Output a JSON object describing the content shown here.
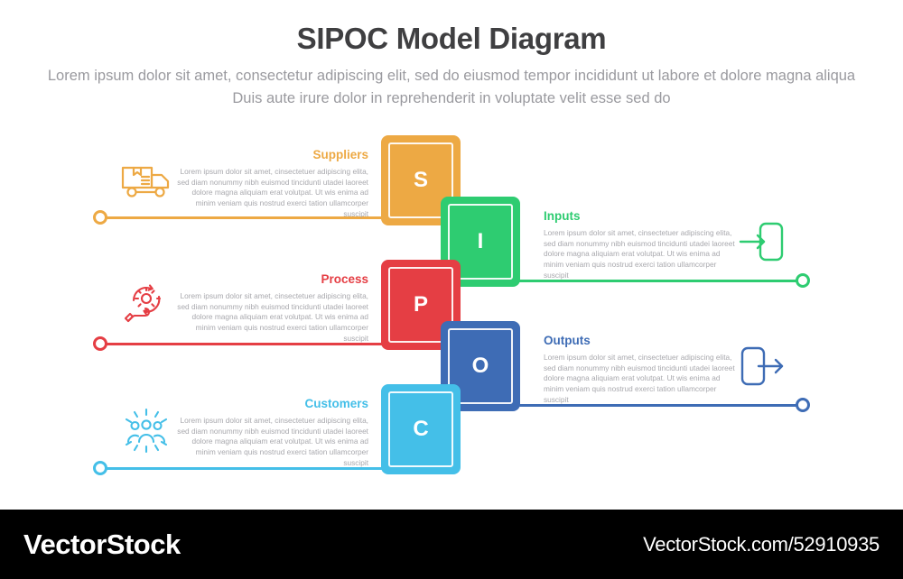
{
  "header": {
    "title": "SIPOC Model Diagram",
    "subtitle": "Lorem ipsum dolor sit amet, consectetur adipiscing elit, sed do eiusmod tempor incididunt ut labore et dolore magna aliqua Duis aute irure dolor in reprehenderit in voluptate velit esse sed do"
  },
  "body_text": "Lorem ipsum dolor sit amet, cinsectetuer adipiscing elita, sed diam nonummy nibh euismod tincidunti utadei laoreet dolore magna aliquiam erat volutpat. Ut wis enima ad minim veniam quis nostrud exerci tation ullamcorper suscipit",
  "stages": [
    {
      "key": "suppliers",
      "letter": "S",
      "title": "Suppliers",
      "color": "#eda944",
      "side": "left",
      "icon": "truck-icon",
      "body": "Lorem ipsum dolor sit amet, cinsectetuer adipiscing elita, sed diam nonummy nibh euismod tincidunti utadei laoreet dolore magna aliquiam erat volutpat. Ut wis enima ad minim veniam quis nostrud exerci tation ullamcorper suscipit"
    },
    {
      "key": "inputs",
      "letter": "I",
      "title": "Inputs",
      "color": "#2ecc71",
      "side": "right",
      "icon": "arrow-into-box-icon",
      "body": "Lorem ipsum dolor sit amet, cinsectetuer adipiscing elita, sed diam nonummy nibh euismod tincidunti utadei laoreet dolore magna aliquiam erat volutpat. Ut wis enima ad minim veniam quis nostrud exerci tation ullamcorper suscipit"
    },
    {
      "key": "process",
      "letter": "P",
      "title": "Process",
      "color": "#e53e44",
      "side": "left",
      "icon": "gear-hand-icon",
      "body": "Lorem ipsum dolor sit amet, cinsectetuer adipiscing elita, sed diam nonummy nibh euismod tincidunti utadei laoreet dolore magna aliquiam erat volutpat. Ut wis enima ad minim veniam quis nostrud exerci tation ullamcorper suscipit"
    },
    {
      "key": "outputs",
      "letter": "O",
      "title": "Outputs",
      "color": "#3e6cb5",
      "side": "right",
      "icon": "arrow-out-of-box-icon",
      "body": "Lorem ipsum dolor sit amet, cinsectetuer adipiscing elita, sed diam nonummy nibh euismod tincidunti utadei laoreet dolore magna aliquiam erat volutpat. Ut wis enima ad minim veniam quis nostrud exerci tation ullamcorper suscipit"
    },
    {
      "key": "customers",
      "letter": "C",
      "title": "Customers",
      "color": "#44bfe8",
      "side": "left",
      "icon": "people-group-icon",
      "body": "Lorem ipsum dolor sit amet, cinsectetuer adipiscing elita, sed diam nonummy nibh euismod tincidunti utadei laoreet dolore magna aliquiam erat volutpat. Ut wis enima ad minim veniam quis nostrud exerci tation ullamcorper suscipit"
    }
  ],
  "footer": {
    "brand": "VectorStock",
    "url": "VectorStock.com/52910935"
  }
}
